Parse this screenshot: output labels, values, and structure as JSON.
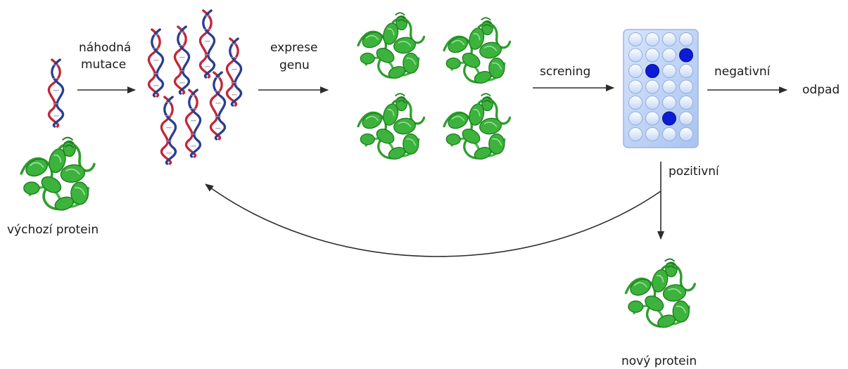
{
  "labels": {
    "random_mutation_line1": "náhodná",
    "random_mutation_line2": "mutace",
    "gene_expression_line1": "exprese",
    "gene_expression_line2": "genu",
    "screening": "screning",
    "negative": "negativní",
    "waste": "odpad",
    "positive": "pozitivní",
    "starting_protein": "výchozí protein",
    "new_protein": "nový protein"
  },
  "plate": {
    "rows": 7,
    "cols": 4,
    "hits": [
      [
        1,
        3
      ],
      [
        2,
        1
      ],
      [
        5,
        2
      ]
    ],
    "well_color": "#d6e4fb",
    "hit_color": "#0b1bd6",
    "plate_color": "#b9d0f5"
  },
  "colors": {
    "protein": "#3cb33c",
    "dna_red": "#c0283a",
    "dna_blue": "#2a3f8f",
    "arrow": "#2b2b2b"
  }
}
